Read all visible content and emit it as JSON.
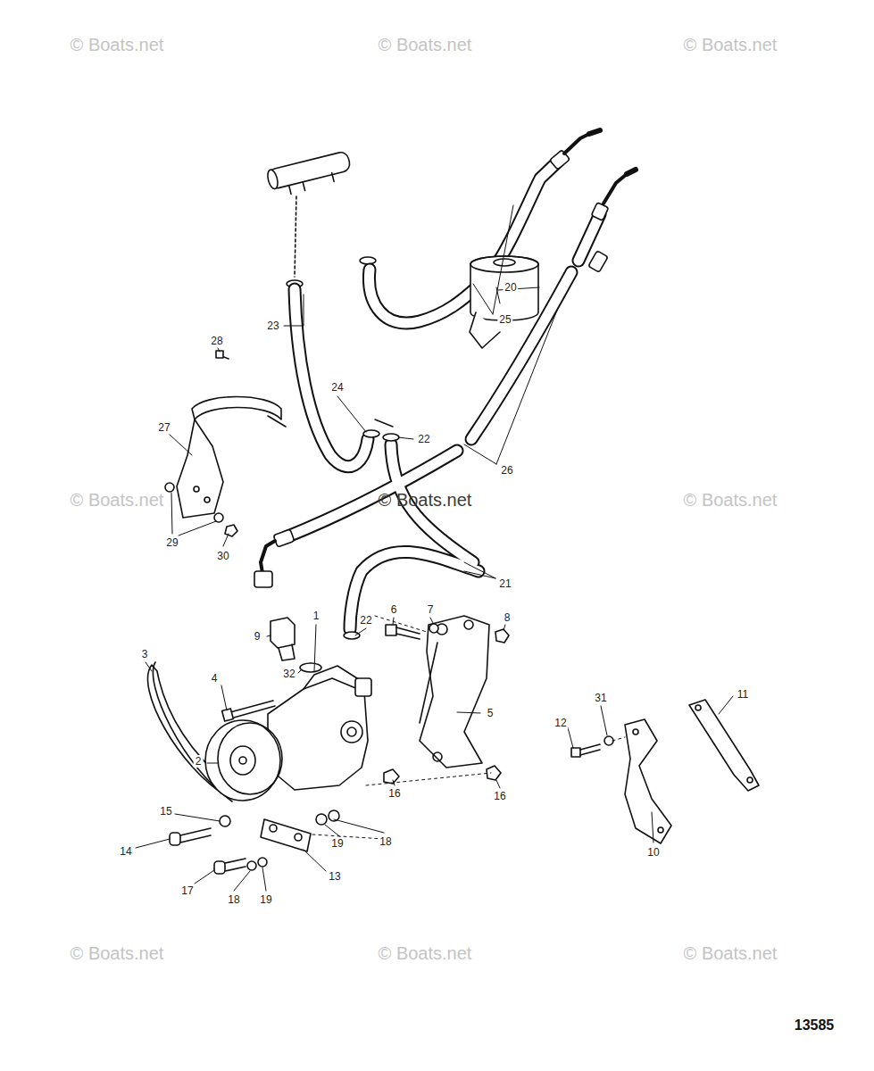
{
  "diagram": {
    "labels": [
      "© Boats.net",
      "© Boats.net",
      "© Boats.net",
      "20",
      "25",
      "23",
      "28",
      "24",
      "27",
      "22",
      "26",
      "© Boats.net",
      "© Boats.net",
      "© Boats.net",
      "29",
      "30",
      "21",
      "6",
      "7",
      "1",
      "22",
      "8",
      "9",
      "3",
      "32",
      "4",
      "31",
      "11",
      "5",
      "12",
      "2",
      "16",
      "16",
      "15",
      "18",
      "19",
      "14",
      "10",
      "13",
      "17",
      "18",
      "19",
      "© Boats.net",
      "© Boats.net",
      "© Boats.net",
      "13585"
    ]
  }
}
